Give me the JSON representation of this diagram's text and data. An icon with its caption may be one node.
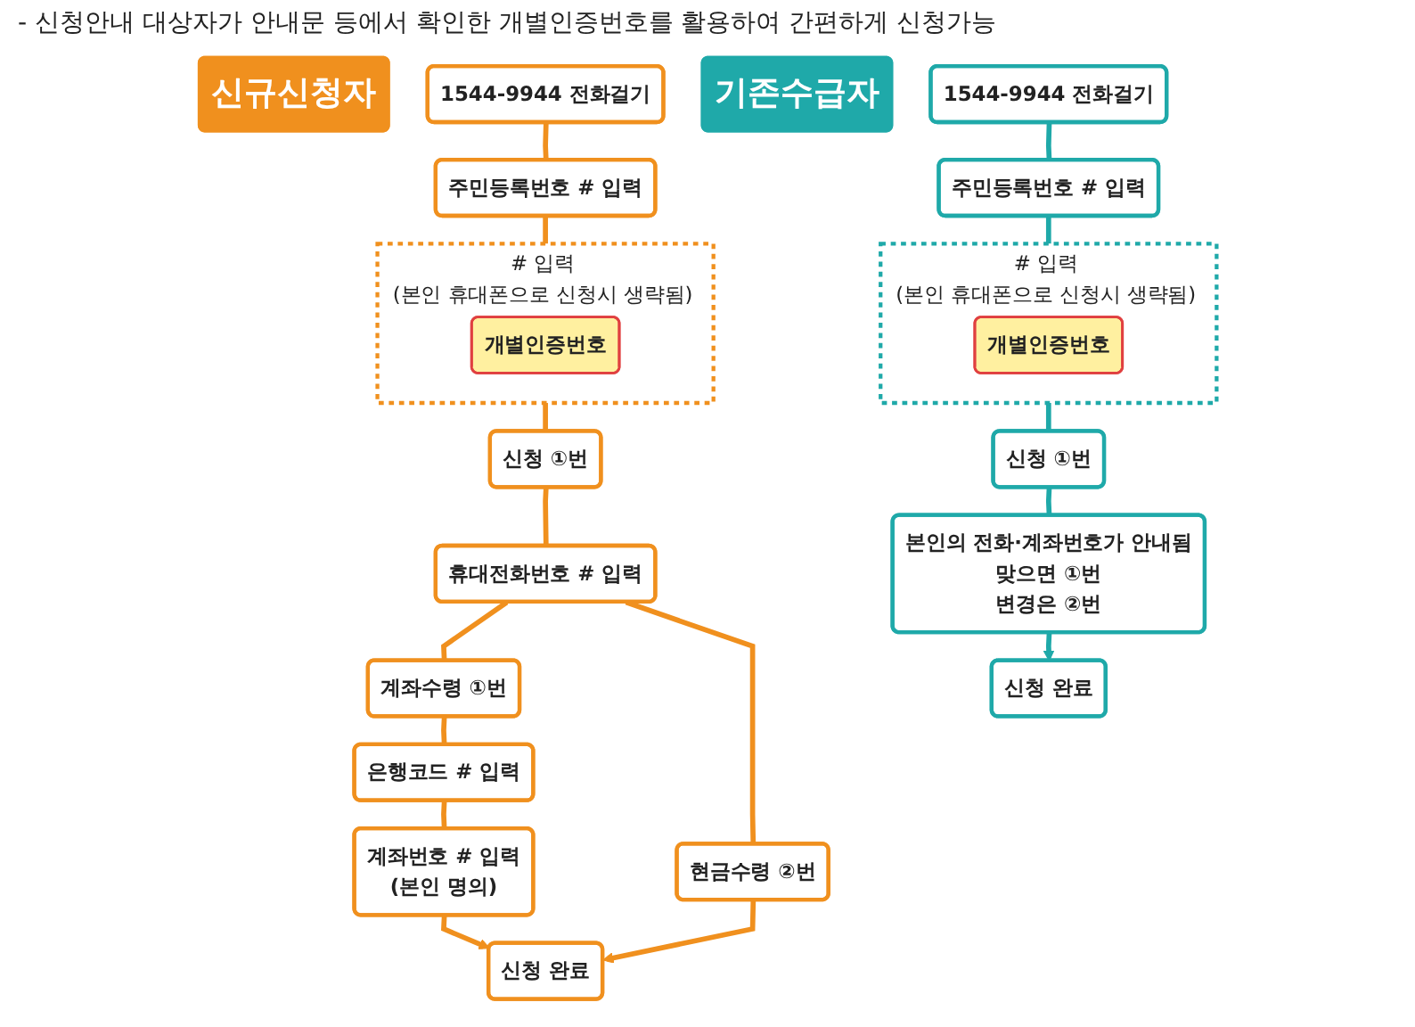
{
  "diagram": {
    "title": "- 신청안내 대상자가 안내문 등에서 확인한 개별인증번호를 활용하여 간편하게 신청가능",
    "nodes": [
      {
        "text": [
          "신규신청자"
        ]
      },
      {
        "text": [
          "1544-9944 전화걸기"
        ]
      },
      {
        "text": [
          "주민등록번호 # 입력"
        ]
      },
      {
        "text": [
          "# 입력",
          "(본인 휴대폰으로 신청시 생략됨)"
        ]
      },
      {
        "text": [
          "개별인증번호"
        ],
        "in": 3
      },
      {
        "text": [
          "신청 ①번"
        ]
      },
      {
        "text": [
          "휴대전화번호 # 입력"
        ]
      },
      {
        "text": [
          "계좌수령 ①번"
        ]
      },
      {
        "text": [
          "현금수령 ②번"
        ]
      },
      {
        "text": [
          "은행코드 # 입력"
        ]
      },
      {
        "text": [
          "계좌번호 # 입력",
          "(본인 명의)"
        ]
      },
      {
        "text": [
          "신청 완료"
        ]
      },
      {
        "text": [
          "기존수급자"
        ]
      },
      {
        "text": [
          "1544-9944 전화걸기"
        ]
      },
      {
        "text": [
          "주민등록번호 # 입력"
        ]
      },
      {
        "text": [
          "# 입력",
          "(본인 휴대폰으로 신청시 생략됨)"
        ]
      },
      {
        "text": [
          "개별인증번호"
        ],
        "in": 15
      },
      {
        "text": [
          "신청 ①번"
        ]
      },
      {
        "text": [
          "본인의 전화·계좌번호가 안내됨",
          "맞으면 ①번",
          "변경은 ②번"
        ]
      },
      {
        "text": [
          "신청 완료"
        ]
      }
    ],
    "edges": [
      {
        "from": 1,
        "to": 2,
        "arrow": "none"
      },
      {
        "from": 2,
        "to": 3,
        "arrow": "none"
      },
      {
        "from": 3,
        "to": 5,
        "arrow": "none"
      },
      {
        "from": 5,
        "to": 6,
        "arrow": "none"
      },
      {
        "from": 6,
        "to": 7,
        "arrow": "none"
      },
      {
        "from": 6,
        "to": 8,
        "arrow": "none"
      },
      {
        "from": 7,
        "to": 9,
        "arrow": "none"
      },
      {
        "from": 9,
        "to": 10,
        "arrow": "none"
      },
      {
        "from": 10,
        "to": 11,
        "arrow": "to"
      },
      {
        "from": 8,
        "to": 11,
        "arrow": "to"
      },
      {
        "from": 13,
        "to": 14,
        "arrow": "none",
        "color": "#1fa9a9"
      },
      {
        "from": 14,
        "to": 15,
        "arrow": "none",
        "color": "#1fa9a9"
      },
      {
        "from": 15,
        "to": 17,
        "arrow": "none",
        "color": "#1fa9a9"
      },
      {
        "from": 17,
        "to": 18,
        "arrow": "none",
        "color": "#1fa9a9"
      },
      {
        "from": 18,
        "to": 19,
        "arrow": "to",
        "color": "#1fa9a9"
      }
    ]
  }
}
